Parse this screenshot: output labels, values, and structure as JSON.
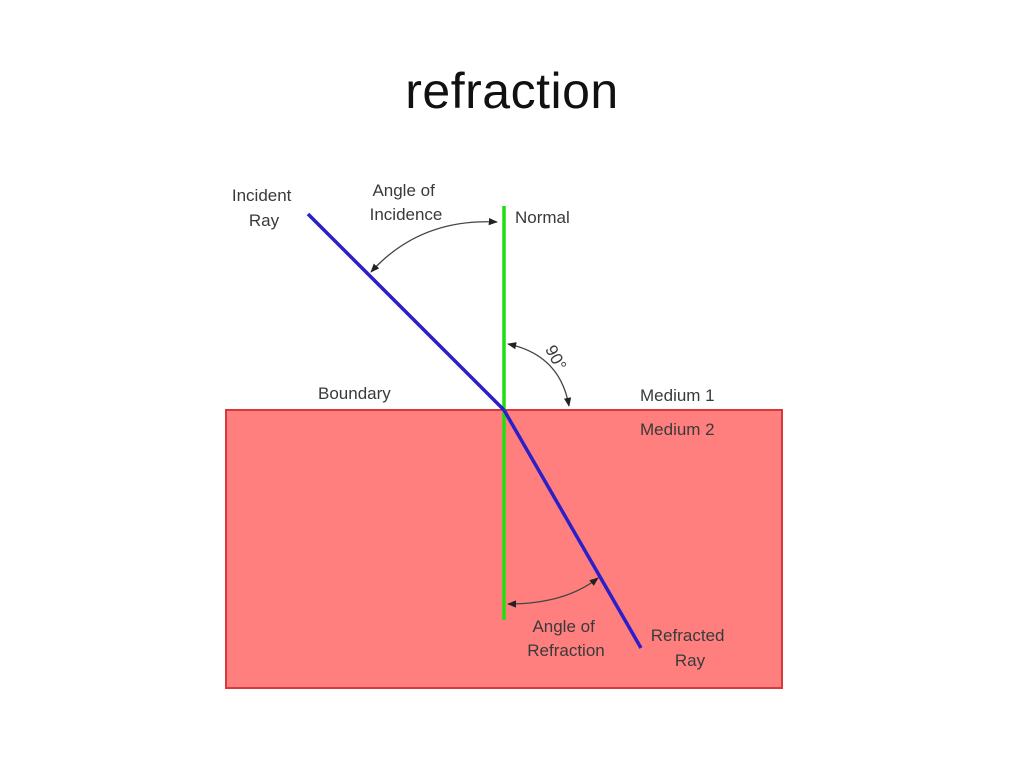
{
  "title": "refraction",
  "labels": {
    "incident_ray": [
      "Incident",
      "Ray"
    ],
    "angle_of_incidence": [
      "Angle of",
      "Incidence"
    ],
    "normal": "Normal",
    "right_angle": "90°",
    "boundary": "Boundary",
    "medium_1": "Medium 1",
    "medium_2": "Medium 2",
    "angle_of_refraction": [
      "Angle of",
      "Refraction"
    ],
    "refracted_ray": [
      "Refracted",
      "Ray"
    ]
  },
  "colors": {
    "medium_2_fill": "#ff7f7f",
    "medium_2_border": "#d63a3a",
    "normal_line": "#22dd11",
    "ray": "#2b1fc8",
    "annotation": "#444444"
  }
}
